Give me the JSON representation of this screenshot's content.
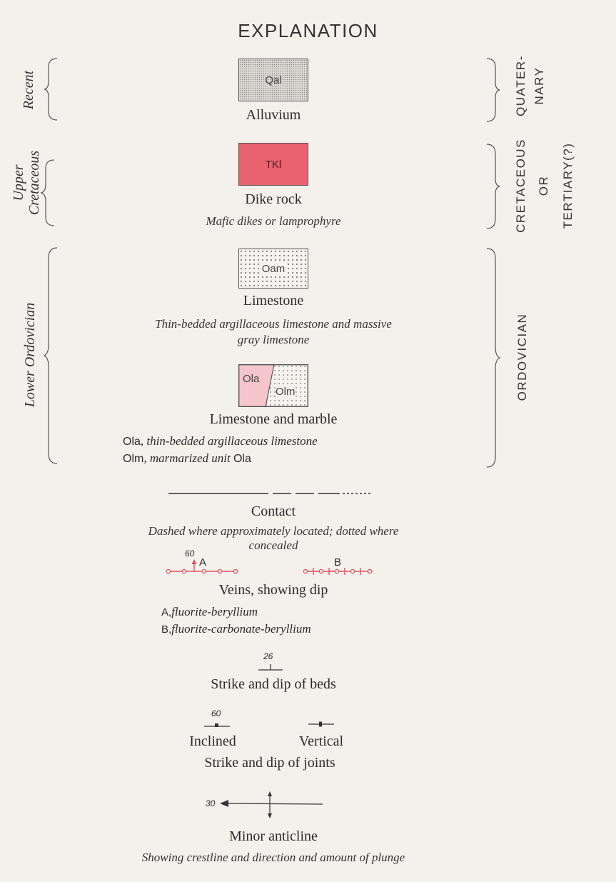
{
  "title": "EXPLANATION",
  "ages_left": {
    "recent": "Recent",
    "upper": "Upper",
    "cretaceous": "Cretaceous",
    "lower_ordovician": "Lower Ordovician"
  },
  "periods_right": {
    "quaternary_1": "QUATER-",
    "quaternary_2": "NARY",
    "cret_1": "CRETACEOUS",
    "cret_2": "OR",
    "cret_3": "TERTIARY(?)",
    "ordovician": "ORDOVICIAN"
  },
  "units": {
    "qal": {
      "symbol": "Qal",
      "name": "Alluvium",
      "color": "#dedad6"
    },
    "tkl": {
      "symbol": "TKl",
      "name": "Dike rock",
      "desc": "Mafic dikes or lamprophyre",
      "color": "#e8626f"
    },
    "oam": {
      "symbol": "Oam",
      "name": "Limestone",
      "desc_1": "Thin-bedded argillaceous limestone and massive",
      "desc_2": "gray limestone"
    },
    "ola_olm": {
      "symbol_a": "Ola",
      "symbol_b": "Olm",
      "name": "Limestone and marble",
      "ola_code": "Ola",
      "ola_desc": ", thin-bedded argillaceous limestone",
      "olm_code": "Olm",
      "olm_desc": ", marmarized unit ",
      "olm_ref": "Ola",
      "color_a": "#f4c6cb"
    }
  },
  "contact": {
    "name": "Contact",
    "desc_1": "Dashed where approximately located; dotted where",
    "desc_2": "concealed"
  },
  "veins": {
    "dip_value": "60",
    "label_a": "A",
    "label_b": "B",
    "name": "Veins, showing dip",
    "a_code": "A,",
    "a_desc": "fluorite-beryllium",
    "b_code": "B,",
    "b_desc": "fluorite-carbonate-beryllium",
    "color": "#e0505c"
  },
  "beds": {
    "dip_value": "26",
    "name": "Strike and dip of beds"
  },
  "joints": {
    "dip_value": "60",
    "inclined": "Inclined",
    "vertical": "Vertical",
    "name": "Strike and dip of joints"
  },
  "anticline": {
    "plunge_value": "30",
    "name": "Minor anticline",
    "desc": "Showing crestline and direction and amount of plunge"
  }
}
